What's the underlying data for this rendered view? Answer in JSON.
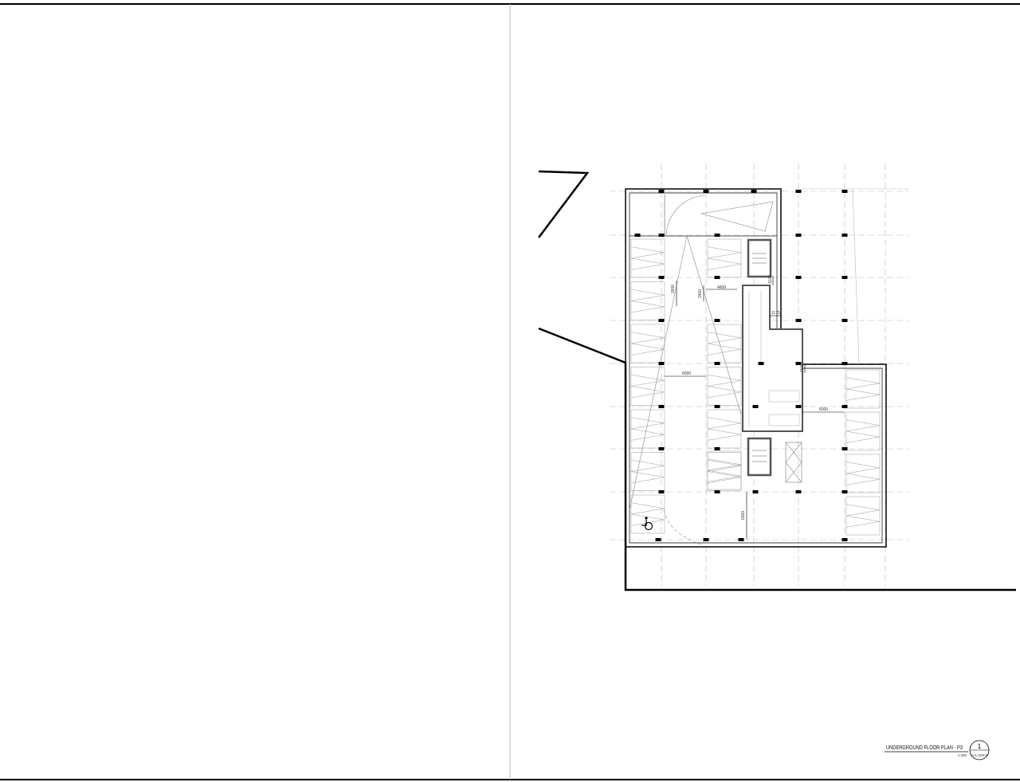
{
  "drawing": {
    "title": "UNDERGROUND FLOOR PLAN - P3",
    "scale": "1:200",
    "detail_number": "1",
    "sheet_ref": "A-1-100-8"
  },
  "dimensions": {
    "d1": "2600",
    "d2": "2400",
    "d3": "4600",
    "d4": "1100",
    "d5": "1175",
    "d6": "6000",
    "d7": "1100",
    "d8": "6000",
    "d9": "6000"
  },
  "icons": {
    "accessible": "wheelchair-icon"
  }
}
